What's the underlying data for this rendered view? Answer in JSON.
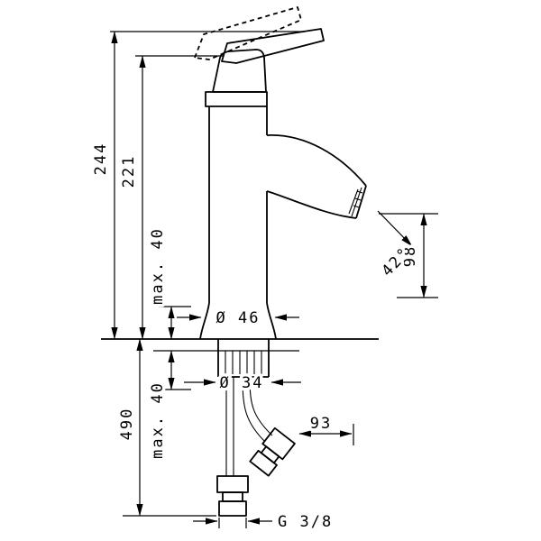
{
  "canvas": {
    "background": "#ffffff",
    "line_color": "#000000"
  },
  "drawing": {
    "dimensions": {
      "overall_height": "244",
      "height_to_spout": "221",
      "deck_max_top": "max. 40",
      "base_diameter": "Ø 46",
      "shank_diameter": "Ø 34",
      "deck_max_bottom": "max. 40",
      "hose_length": "490",
      "hose_offset": "93",
      "thread": "G 3/8",
      "outlet_height": "98",
      "spray_angle": "42°"
    }
  }
}
